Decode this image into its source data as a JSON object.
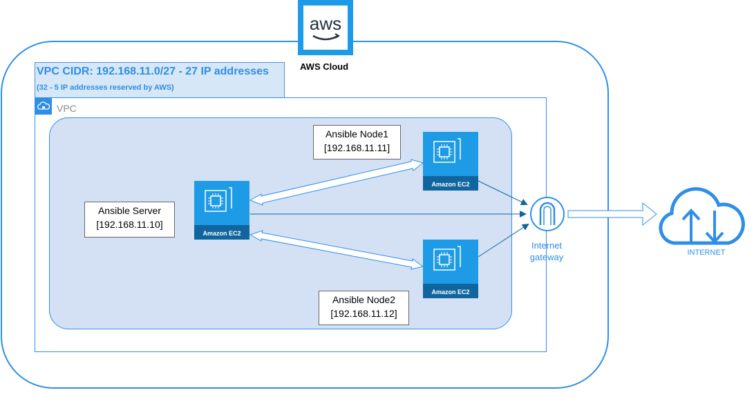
{
  "aws_cloud": {
    "label": "AWS Cloud",
    "logo_text": "aws"
  },
  "vpc": {
    "cidr_title": "VPC CIDR: 192.168.11.0/27 - 27 IP addresses",
    "cidr_note": "(32 - 5 IP addresses reserved by AWS)",
    "label": "VPC"
  },
  "nodes": {
    "server": {
      "name": "Ansible Server",
      "ip": "[192.168.11.10]",
      "ec2_label": "Amazon EC2"
    },
    "node1": {
      "name": "Ansible Node1",
      "ip": "[192.168.11.11]",
      "ec2_label": "Amazon EC2"
    },
    "node2": {
      "name": "Ansible Node2",
      "ip": "[192.168.11.12]",
      "ec2_label": "Amazon EC2"
    }
  },
  "internet_gateway": {
    "line1": "Internet",
    "line2": "gateway"
  },
  "internet": {
    "label": "INTERNET"
  },
  "colors": {
    "accent": "#2f8ee8",
    "ec2_fill": "#1e9be6",
    "ec2_band": "#10659e",
    "subnet_fill": "#d4e1f5"
  }
}
